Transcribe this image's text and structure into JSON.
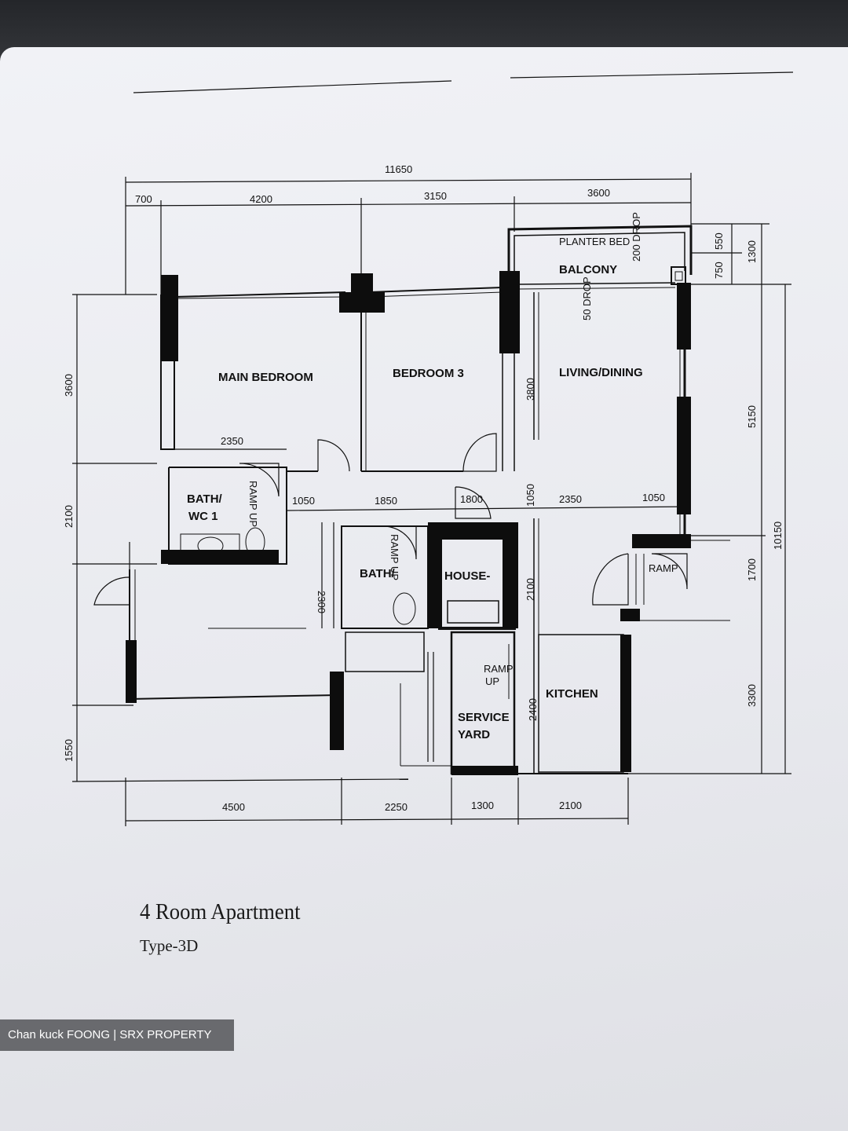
{
  "plan": {
    "rooms": {
      "main_bedroom": "MAIN BEDROOM",
      "bedroom3": "BEDROOM 3",
      "living_dining": "LIVING/DINING",
      "balcony": "BALCONY",
      "planter_bed": "PLANTER BED",
      "bath1_a": "BATH/",
      "bath1_b": "WC 1",
      "bath2": "BATH/",
      "household_a": "HOUSE-",
      "service_yard_a": "SERVICE",
      "service_yard_b": "YARD",
      "kitchen": "KITCHEN"
    },
    "annotations": {
      "ramp_up": "RAMP UP",
      "drop_200": "200 DROP",
      "drop_50": "50 DROP",
      "ramp": "RAMP",
      "up": "UP"
    },
    "dimensions": {
      "top_total": "11650",
      "top": [
        "700",
        "4200",
        "3150",
        "3600"
      ],
      "right_top": [
        "550",
        "750"
      ],
      "right_outer": "1300",
      "right_mid": "5150",
      "right_total": "10150",
      "right_1700": "1700",
      "right_3300": "3300",
      "left": [
        "3600",
        "2100",
        "1550"
      ],
      "bottom": [
        "4500",
        "2250",
        "1300",
        "2100"
      ],
      "inner_2350_top": "2350",
      "inner_3800": "3800",
      "inner_row": [
        "1050",
        "1850",
        "1800",
        "1050",
        "2350",
        "1050"
      ],
      "inner_2300": "2300",
      "inner_2100": "2100",
      "inner_2400": "2400"
    }
  },
  "caption": {
    "title": "4 Room Apartment",
    "subtitle": "Type-3D"
  },
  "credit": "Chan kuck FOONG | SRX PROPERTY"
}
